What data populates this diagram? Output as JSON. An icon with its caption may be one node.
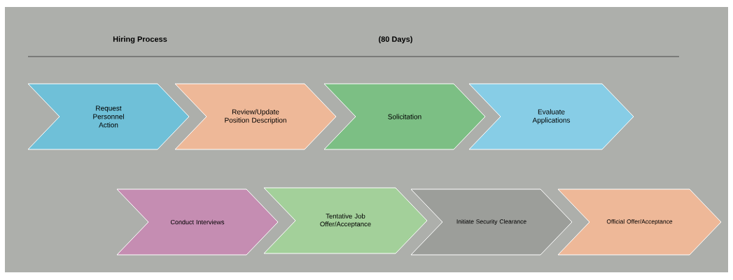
{
  "diagram": {
    "title": "Hiring Process",
    "labels": [
      "(80 Days)"
    ],
    "nodes": [
      {
        "text": [
          "Request Personnel Action"
        ]
      },
      {
        "text": [
          "Review/Update Position Description"
        ]
      },
      {
        "text": [
          "Solicitation"
        ]
      },
      {
        "text": [
          "Evaluate Applications"
        ]
      },
      {
        "text": [
          "Conduct Interviews"
        ]
      },
      {
        "text": [
          "Tentative Job Offer/Acceptance"
        ]
      },
      {
        "text": [
          "Initiate Security Clearance"
        ]
      },
      {
        "text": [
          "Official Offer/Acceptance"
        ]
      }
    ]
  }
}
